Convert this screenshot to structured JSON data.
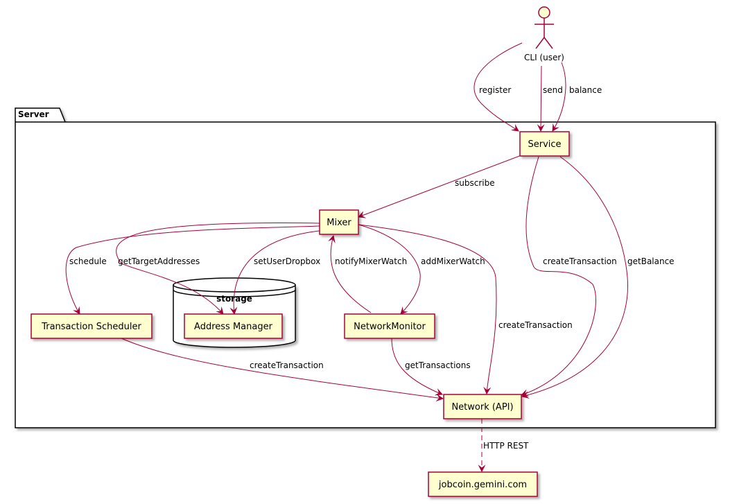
{
  "colors": {
    "node_fill": "#FEFECE",
    "node_stroke": "#A80036",
    "edge": "#A80036",
    "frame": "#000000"
  },
  "packages": {
    "server": "Server",
    "storage": "storage"
  },
  "actor": {
    "label": "CLI (user)"
  },
  "nodes": {
    "service": "Service",
    "mixer": "Mixer",
    "scheduler": "Transaction Scheduler",
    "address_manager": "Address Manager",
    "network_monitor": "NetworkMonitor",
    "network_api": "Network (API)",
    "jobcoin": "jobcoin.gemini.com"
  },
  "edges": {
    "register": "register",
    "send": "send",
    "balance": "balance",
    "subscribe": "subscribe",
    "schedule": "schedule",
    "get_target_addresses": "getTargetAddresses",
    "set_user_dropbox": "setUserDropbox",
    "notify_mixer_watch": "notifyMixerWatch",
    "add_mixer_watch": "addMixerWatch",
    "create_transaction_mixer": "createTransaction",
    "create_transaction_service": "createTransaction",
    "get_balance": "getBalance",
    "create_transaction_scheduler": "createTransaction",
    "get_transactions": "getTransactions",
    "http_rest": "HTTP REST"
  }
}
